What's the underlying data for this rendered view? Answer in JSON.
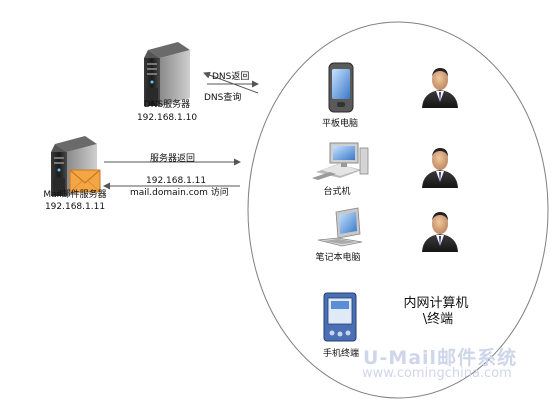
{
  "servers": {
    "dns": {
      "name": "DNS服务器",
      "ip": "192.168.1.10"
    },
    "mail": {
      "name": "Mail邮件服务器",
      "ip": "192.168.1.11"
    }
  },
  "flows": {
    "dns_return": "DNS返回",
    "dns_query": "DNS查询",
    "server_return": "服务器返回",
    "mail_ip": "192.168.1.11",
    "mail_domain_access": "mail.domain.com 访问"
  },
  "devices": {
    "tablet": "平板电脑",
    "desktop": "台式机",
    "laptop": "笔记本电脑",
    "mobile": "手机终端"
  },
  "network": {
    "line1": "内网计算机",
    "line2": "\\终端"
  },
  "watermark": {
    "title": "U-Mail邮件系统",
    "url": "www.comingchina.com"
  },
  "colors": {
    "arrow": "#555555",
    "ellipse_stroke": "#808080",
    "watermark": "#cfd6ea"
  }
}
